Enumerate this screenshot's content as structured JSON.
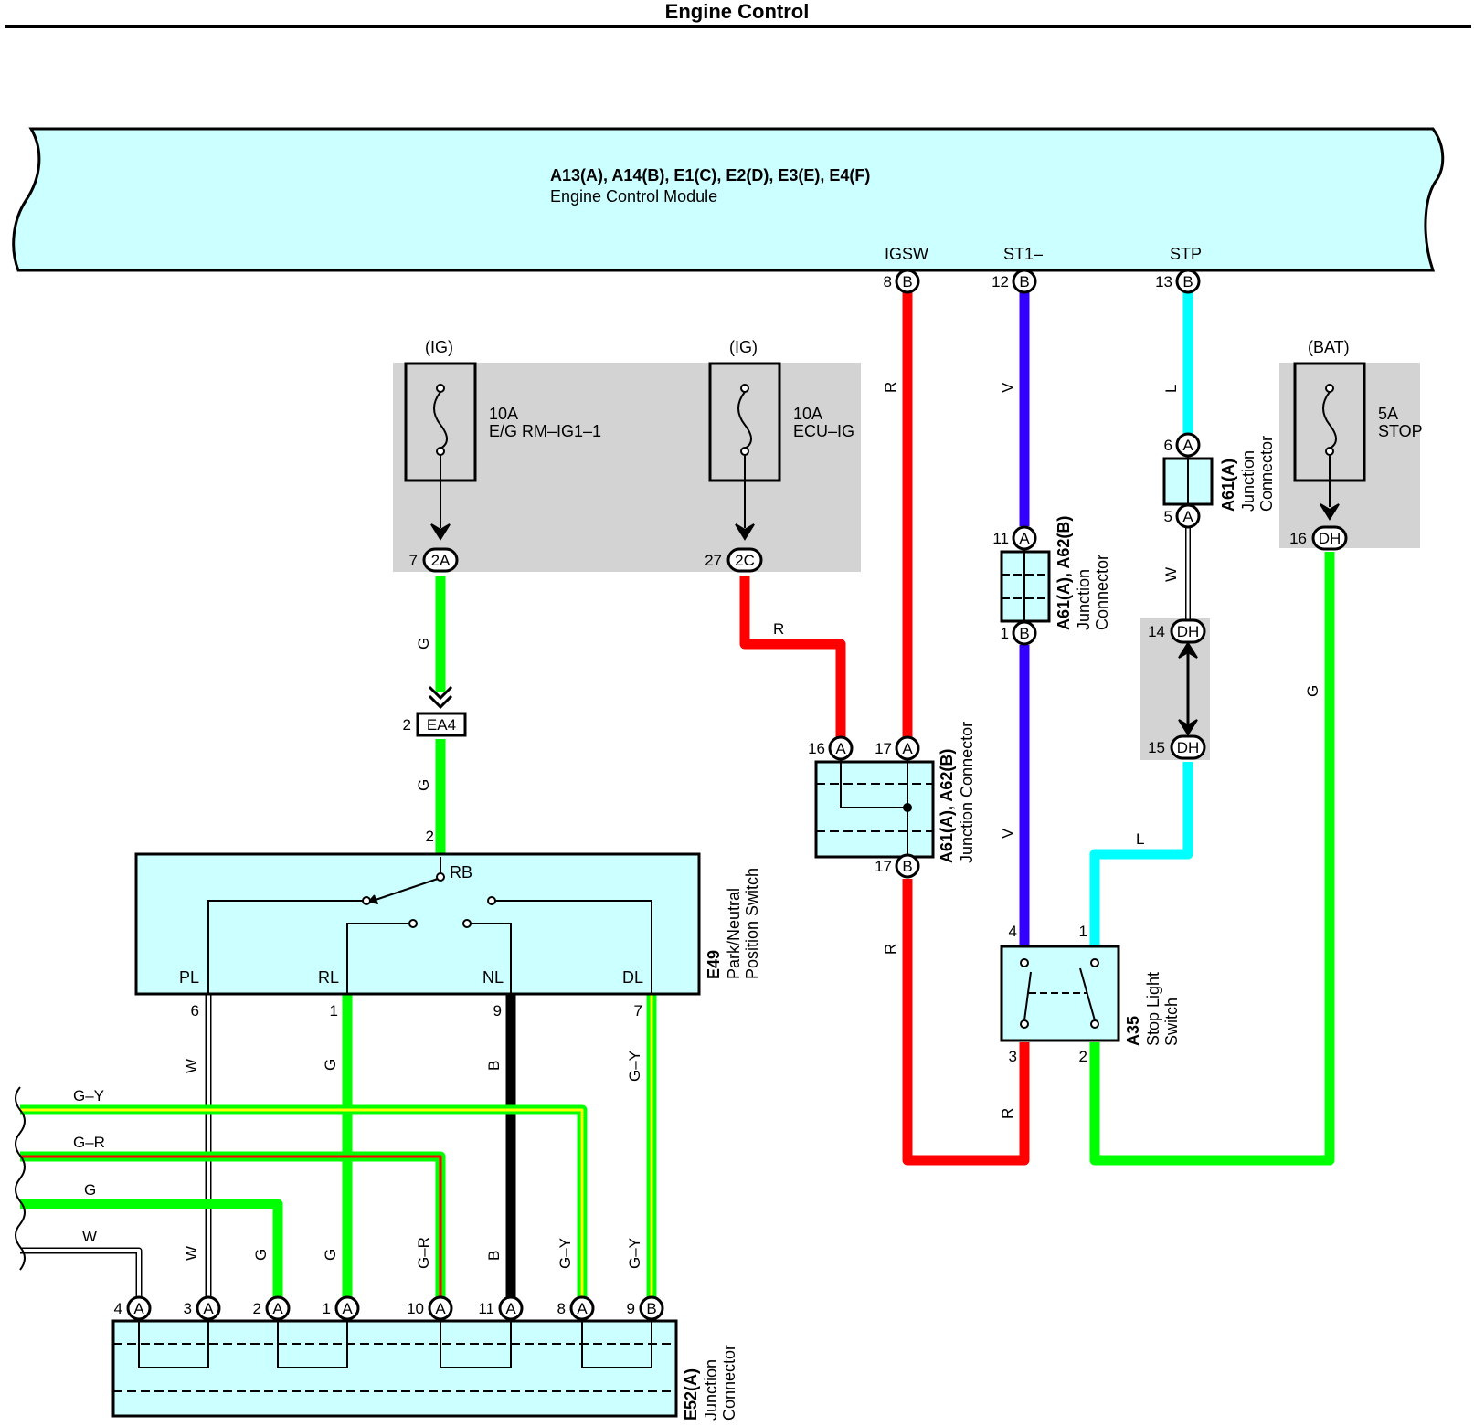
{
  "title": "Engine Control",
  "ecm": {
    "id": "A13(A), A14(B), E1(C), E2(D), E3(E), E4(F)",
    "name": "Engine Control Module",
    "pins": [
      "IGSW",
      "ST1–",
      "STP"
    ]
  },
  "fuses": {
    "eg": {
      "source": "(IG)",
      "amp": "10A",
      "name": "E/G RM–IG1–1"
    },
    "ecu": {
      "source": "(IG)",
      "amp": "10A",
      "name": "ECU–IG"
    },
    "stop": {
      "source": "(BAT)",
      "amp": "5A",
      "name": "STOP"
    }
  },
  "components": {
    "pnp_id": "E49",
    "pnp_name1": "Park/Neutral",
    "pnp_name2": "Position Switch",
    "pnp_terms": [
      "RB",
      "PL",
      "RL",
      "NL",
      "DL"
    ],
    "jc1_id": "A61(A), A62(B)",
    "jc1_name": "Junction Connector",
    "jc2_id": "A61(A), A62(B)",
    "jc2_name1": "Junction",
    "jc2_name2": "Connector",
    "jc3_id": "A61(A)",
    "jc3_name1": "Junction",
    "jc3_name2": "Connector",
    "sls_id": "A35",
    "sls_name1": "Stop Light",
    "sls_name2": "Switch",
    "e52_id": "E52(A)",
    "e52_name1": "Junction",
    "e52_name2": "Connector",
    "ea4": "EA4"
  },
  "connectors": [
    "B",
    "B",
    "B",
    "2A",
    "2C",
    "A",
    "A",
    "A",
    "B",
    "A",
    "B",
    "DH",
    "DH",
    "DH",
    "A",
    "A",
    "A",
    "A",
    "A",
    "A",
    "A",
    "A",
    "A",
    "B"
  ],
  "pins": [
    "8",
    "12",
    "13",
    "7",
    "27",
    "2",
    "2",
    "16",
    "17",
    "17",
    "11",
    "1",
    "6",
    "5",
    "14",
    "15",
    "16",
    "4",
    "1",
    "3",
    "2",
    "6",
    "1",
    "9",
    "7",
    "4",
    "3",
    "2",
    "1",
    "10",
    "11",
    "8",
    "9"
  ],
  "wires": [
    "R",
    "V",
    "L",
    "G",
    "G",
    "R",
    "W",
    "V",
    "L",
    "R",
    "R",
    "G",
    "W",
    "G",
    "B",
    "G–Y",
    "G–Y",
    "G–R",
    "G",
    "W",
    "W",
    "G",
    "G",
    "G–R",
    "B",
    "G–Y",
    "G–Y"
  ],
  "colors": {
    "red": "#ff0000",
    "violet": "#3300ff",
    "cyan": "#00ffff",
    "green": "#00ff00",
    "black": "#000000",
    "yellow": "#ffff00",
    "module": "#ccffff",
    "shade": "#d3d3d3"
  }
}
